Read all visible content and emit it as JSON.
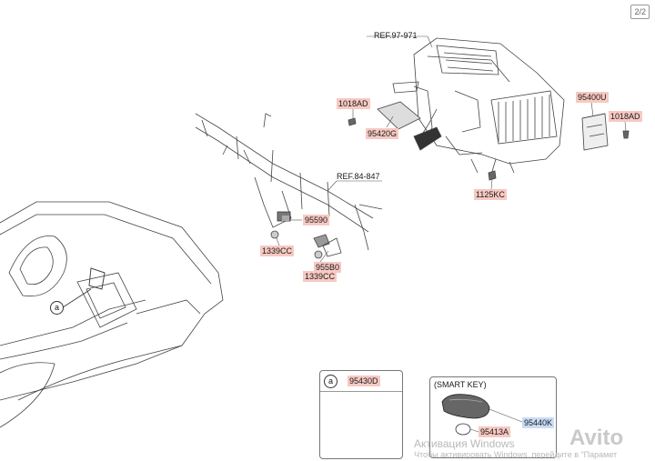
{
  "page_indicator": "2/2",
  "refs": {
    "top": "REF.97-971",
    "mid": "REF.84-847"
  },
  "parts": {
    "p1018ad_left": "1018AD",
    "p95420g": "95420G",
    "p95400u": "95400U",
    "p1018ad_right": "1018AD",
    "p1125kc": "1125KC",
    "p95590": "95590",
    "p1339cc_a": "1339CC",
    "p955b0": "955B0",
    "p1339cc_b": "1339CC"
  },
  "callout_a": "a",
  "inset_a": {
    "marker": "a",
    "part": "95430D"
  },
  "inset_smart_key": {
    "title": "(SMART KEY)",
    "part_battery": "95413A",
    "part_key": "95440K"
  },
  "watermark": {
    "title": "Активация Windows",
    "subtitle": "Чтобы активировать Windows, перейдите в \"Парамет",
    "brand": "Avito"
  }
}
